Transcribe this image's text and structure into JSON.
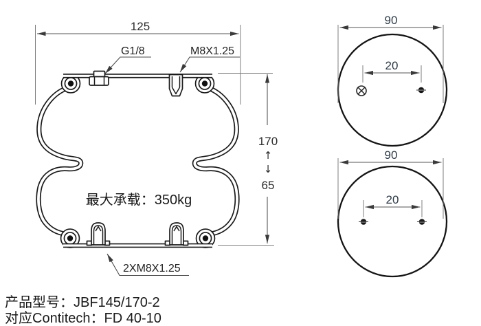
{
  "section_view": {
    "width_dim": "125",
    "air_port_label": "G1/8",
    "top_stud_label": "M8X1.25",
    "bottom_studs_label": "2XM8X1.25",
    "max_height": "170",
    "min_height": "65",
    "up_arrow": "↑",
    "down_arrow": "↓",
    "max_load_text": "最大承载：350kg"
  },
  "top_plan_view": {
    "diameter_dim": "90",
    "hole_spacing_dim": "20"
  },
  "bottom_plan_view": {
    "diameter_dim": "90",
    "hole_spacing_dim": "20"
  },
  "title_block": {
    "model_line": "产品型号：JBF145/170-2",
    "compat_line": "对应Contitech：FD 40-10"
  },
  "colors": {
    "outline": "#1a1a1a",
    "dimension_lines": "#6e6e6e",
    "dimension_text": "#2b2b2b",
    "plan_dimension_text": "#2d3a46",
    "background": "#ffffff"
  }
}
